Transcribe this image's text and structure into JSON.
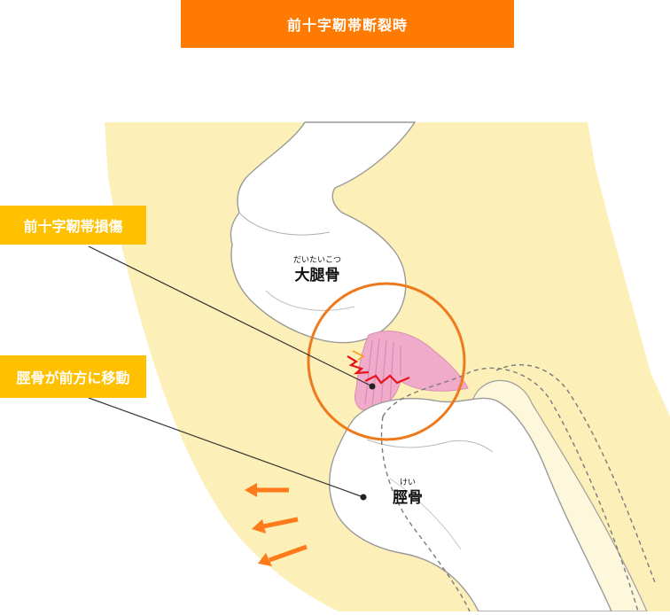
{
  "title": "前十字靭帯断裂時",
  "callouts": {
    "acl_injury": "前十字靭帯損傷",
    "tibia_forward": "脛骨が前方に移動"
  },
  "labels": {
    "femur": {
      "ruby": "だいたいこつ",
      "name": "大腿骨"
    },
    "tibia": {
      "ruby": "けい",
      "name": "脛骨"
    }
  },
  "colors": {
    "banner": "#ff7a00",
    "callout": "#ffc000",
    "skin": "#fcefb7",
    "bone_fill": "#ffffff",
    "bone_outline": "#9a9a9a",
    "ligament": "#f0a8cc",
    "highlight_circle": "#ee7a1e",
    "tear_mark": "#e8141a",
    "arrow": "#ff7a1a"
  }
}
